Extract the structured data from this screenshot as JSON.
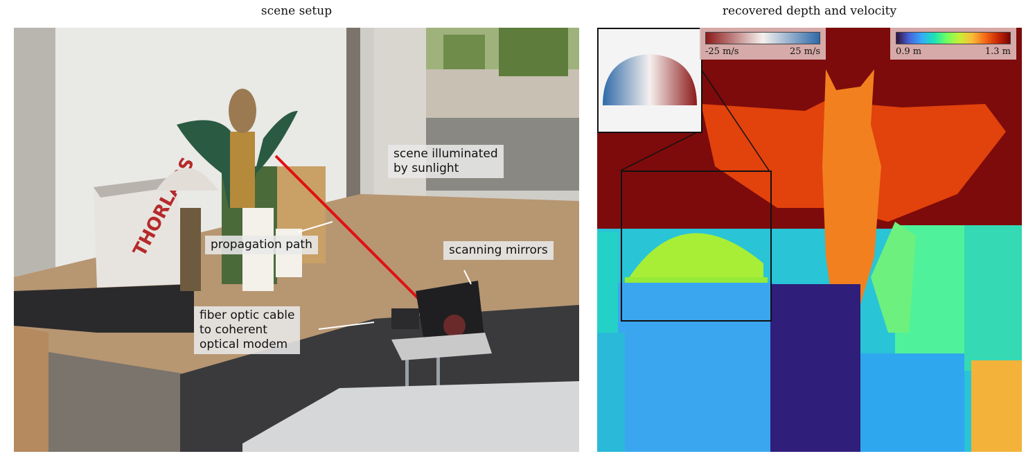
{
  "left_panel": {
    "title": "scene setup",
    "labels": {
      "sunlight": [
        "scene illuminated",
        "by sunlight"
      ],
      "propagation": "propagation path",
      "mirrors": "scanning mirrors",
      "fiber": [
        "fiber optic cable",
        "to coherent",
        "optical modem"
      ]
    },
    "box_brand": "THORLABS"
  },
  "right_panel": {
    "title": "recovered depth and velocity",
    "velocity_colorbar": {
      "min_label": "-25 m/s",
      "max_label": "25 m/s",
      "colors": [
        "#8b1a1a",
        "#f5f0ee",
        "#2f6aa8"
      ]
    },
    "depth_colorbar": {
      "min_label": "0.9 m",
      "max_label": "1.3 m",
      "colormap": "turbo"
    }
  }
}
